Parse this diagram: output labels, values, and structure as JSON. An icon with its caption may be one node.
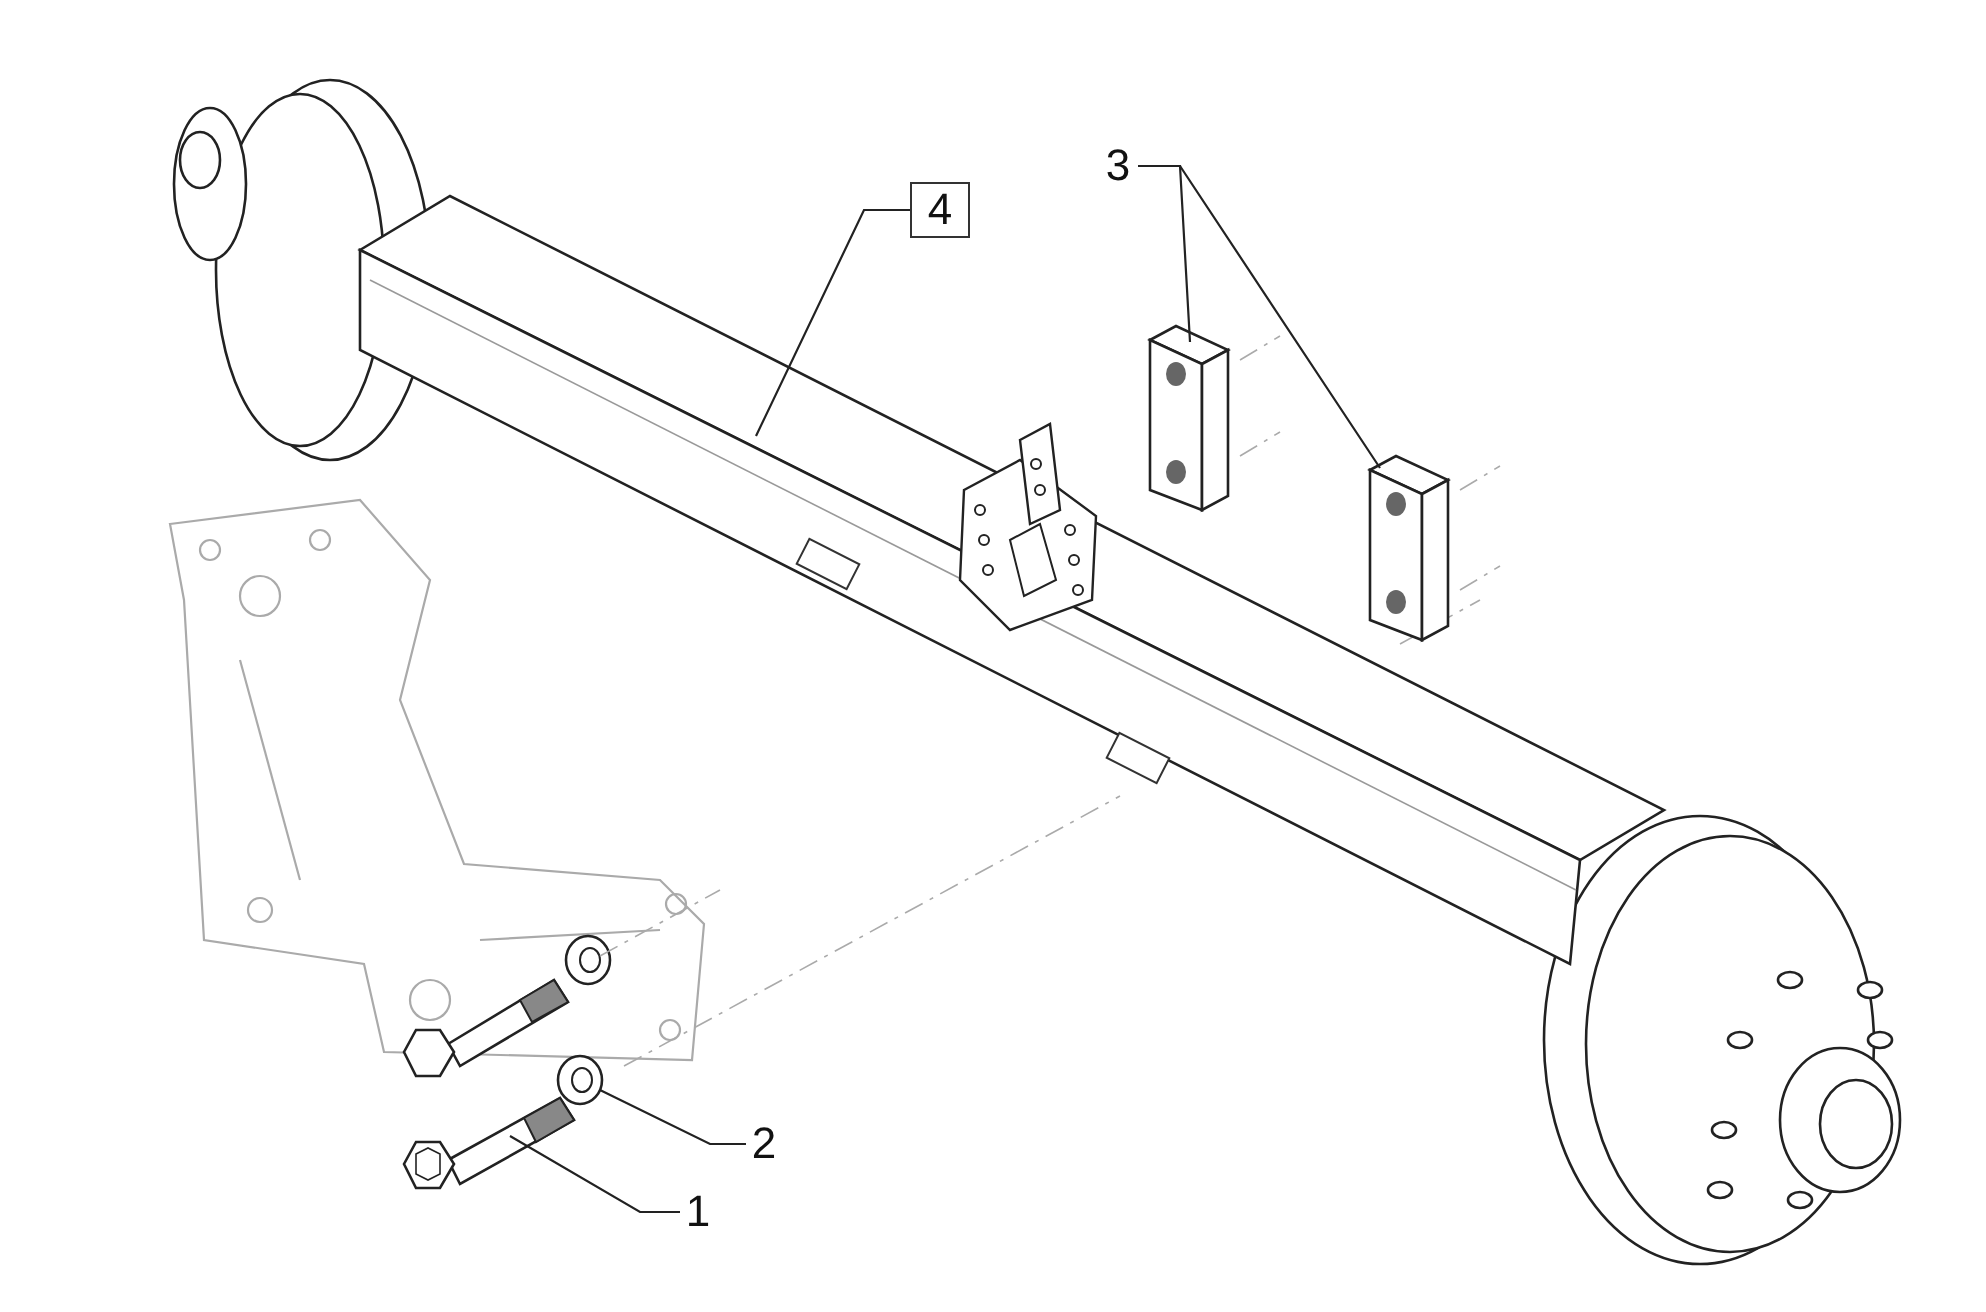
{
  "diagram": {
    "nodes": [
      {
        "text": [
          "4"
        ]
      },
      {
        "text": [],
        "shape": "picture"
      },
      {
        "text": [
          "3"
        ]
      },
      {
        "text": [],
        "shape": "picture"
      },
      {
        "text": [],
        "shape": "picture"
      },
      {
        "text": [
          "2"
        ]
      },
      {
        "text": [],
        "shape": "picture"
      },
      {
        "text": [
          "1"
        ]
      },
      {
        "text": [],
        "shape": "picture"
      }
    ],
    "edges": [
      {
        "from": 0,
        "to": 1,
        "arrow": "none"
      },
      {
        "from": 2,
        "to": 3,
        "arrow": "none"
      },
      {
        "from": 2,
        "to": 4,
        "arrow": "none"
      },
      {
        "from": 5,
        "to": 6,
        "arrow": "none"
      },
      {
        "from": 7,
        "to": 8,
        "arrow": "none"
      }
    ]
  }
}
